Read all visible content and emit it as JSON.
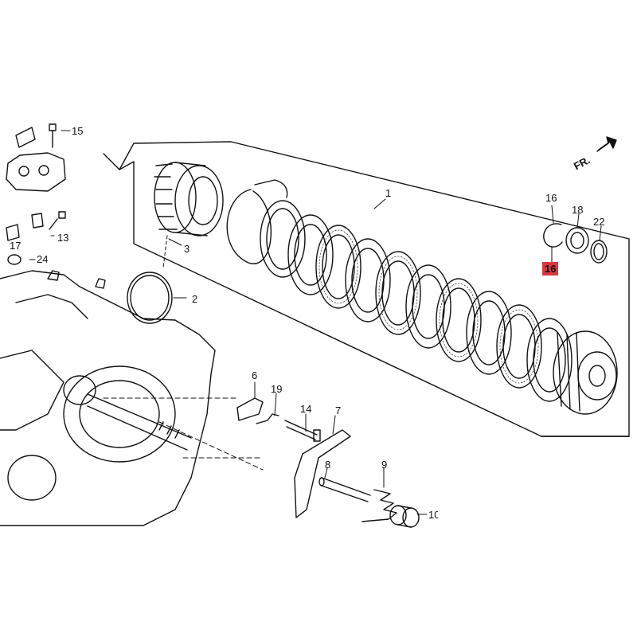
{
  "direction_label": "FR.",
  "labels": {
    "p1": "1",
    "p2": "2",
    "p3": "3",
    "p6": "6",
    "p7": "7",
    "p8": "8",
    "p9": "9",
    "p10": "10",
    "p13": "13",
    "p14": "14",
    "p15": "15",
    "p16_top": "16",
    "p16_highlight": "16",
    "p17": "17",
    "p18": "18",
    "p19": "19",
    "p22": "22",
    "p24": "24"
  },
  "highlight_color": "#d9383c"
}
